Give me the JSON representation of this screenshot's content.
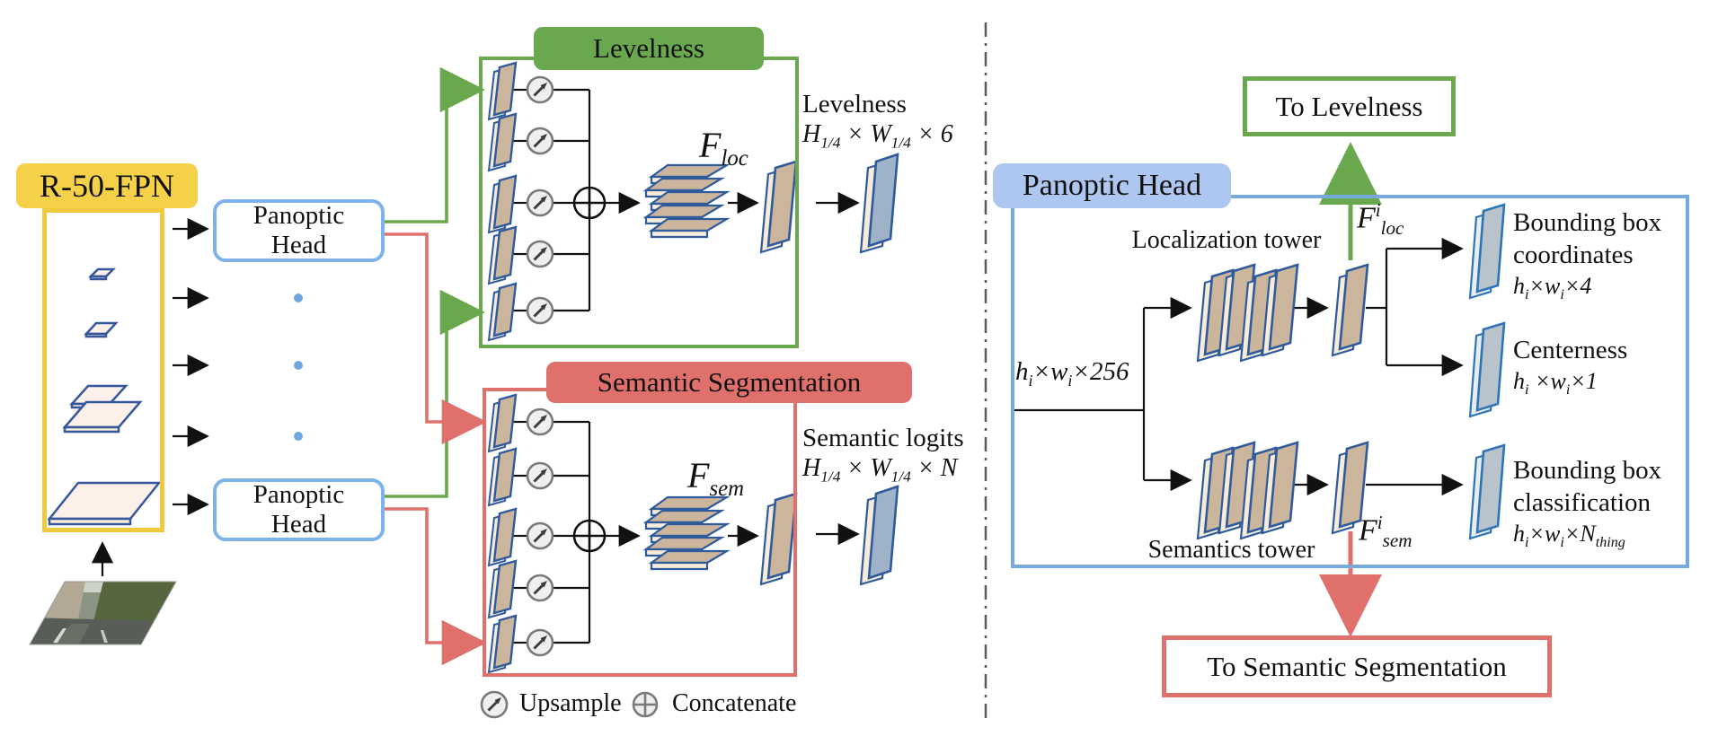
{
  "fpn": {
    "title": "R-50-FPN"
  },
  "heads": {
    "line1": "Panoptic",
    "line2": "Head"
  },
  "levelness": {
    "title": "Levelness",
    "f_label": [
      {
        "t": "F"
      },
      {
        "t": "loc",
        "sub": true
      }
    ],
    "out_title": "Levelness",
    "out_formula": [
      {
        "t": "H"
      },
      {
        "t": "1/4",
        "sub": true
      },
      {
        "t": " × "
      },
      {
        "t": "W"
      },
      {
        "t": "1/4",
        "sub": true
      },
      {
        "t": " × 6"
      }
    ]
  },
  "semseg": {
    "title": "Semantic Segmentation",
    "f_label": [
      {
        "t": "F"
      },
      {
        "t": "sem",
        "sub": true
      }
    ],
    "out_title": "Semantic logits",
    "out_formula": [
      {
        "t": "H"
      },
      {
        "t": "1/4",
        "sub": true
      },
      {
        "t": " × "
      },
      {
        "t": "W"
      },
      {
        "t": "1/4",
        "sub": true
      },
      {
        "t": " × "
      },
      {
        "t": "N"
      }
    ]
  },
  "legend": {
    "upsample": "Upsample",
    "concatenate": "Concatenate"
  },
  "right_panel": {
    "title": "Panoptic Head",
    "to_levelness": "To Levelness",
    "to_semseg": "To Semantic Segmentation",
    "input_label": [
      {
        "t": "h"
      },
      {
        "t": "i",
        "sub": true
      },
      {
        "t": "×"
      },
      {
        "t": "w"
      },
      {
        "t": "i",
        "sub": true
      },
      {
        "t": "×256"
      }
    ],
    "loc_tower": "Localization tower",
    "sem_tower": "Semantics tower",
    "floc_label": [
      {
        "t": "F"
      },
      {
        "t": "i",
        "sup": true
      },
      {
        "t": "loc",
        "sub": true
      }
    ],
    "fsem_label": [
      {
        "t": "F"
      },
      {
        "t": "i",
        "sup": true
      },
      {
        "t": "sem",
        "sub": true
      }
    ],
    "out_bbox": {
      "line1": "Bounding box",
      "line2": "coordinates",
      "formula": [
        {
          "t": "h"
        },
        {
          "t": "i",
          "sub": true
        },
        {
          "t": "×"
        },
        {
          "t": "w"
        },
        {
          "t": "i",
          "sub": true
        },
        {
          "t": "×4"
        }
      ]
    },
    "out_center": {
      "line1": "Centerness",
      "formula": [
        {
          "t": "h"
        },
        {
          "t": "i",
          "sub": true
        },
        {
          "t": " ×"
        },
        {
          "t": "w"
        },
        {
          "t": "i",
          "sub": true
        },
        {
          "t": "×1"
        }
      ]
    },
    "out_cls": {
      "line1": "Bounding box",
      "line2": "classification",
      "formula": [
        {
          "t": "h"
        },
        {
          "t": "i",
          "sub": true
        },
        {
          "t": "×"
        },
        {
          "t": "w"
        },
        {
          "t": "i",
          "sub": true
        },
        {
          "t": "×"
        },
        {
          "t": "N"
        },
        {
          "t": "thing",
          "sub": true
        }
      ]
    }
  },
  "colors": {
    "yellow": "#f5d14a",
    "green": "#6aa84f",
    "red": "#e0706b",
    "head_border_blue": "#7db3e8",
    "panel_border_blue": "#76a9dc",
    "panel_pill_blue": "#adc7f1",
    "slab_tan": "#cbb69d",
    "slab_cream": "#f7ecda",
    "slab_stroke_blue": "#2f5b9d",
    "output_slab_fill": "#9fb3c8",
    "right_output_fill": "#b9c3cc",
    "right_output_stroke": "#2e75b6",
    "dot_blue": "#6fa8dc",
    "fpn_map_fill": "#fcf0e9"
  },
  "icons": {
    "upsample": "upsample-icon (circle with NE arrow)",
    "concatenate": "concatenate-icon (circled plus)"
  }
}
